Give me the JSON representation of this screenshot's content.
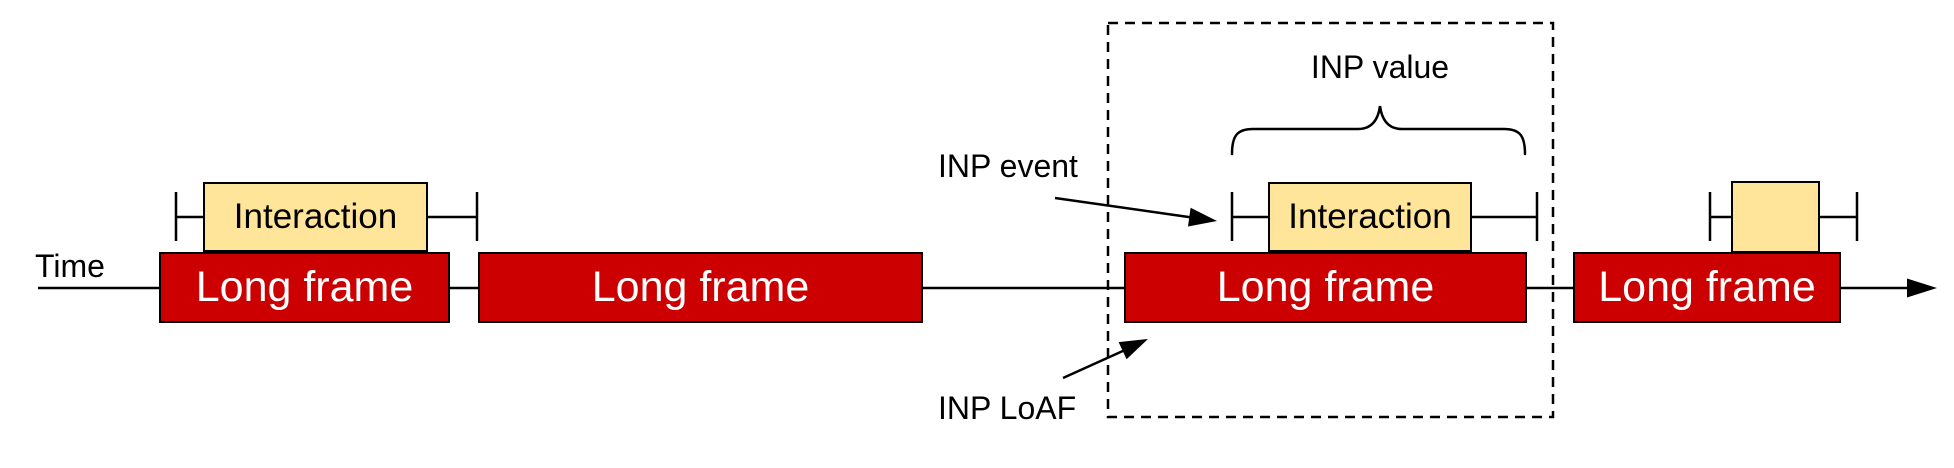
{
  "colors": {
    "background": "#ffffff",
    "long_frame_fill": "#cc0000",
    "long_frame_text": "#ffffff",
    "interaction_fill": "#ffe599",
    "outline": "#000000"
  },
  "timeline": {
    "label": "Time"
  },
  "long_frames": [
    {
      "label": "Long frame"
    },
    {
      "label": "Long frame"
    },
    {
      "label": "Long frame"
    },
    {
      "label": "Long frame"
    }
  ],
  "interactions": [
    {
      "label": "Interaction"
    },
    {
      "label": "Interaction"
    },
    {
      "label": ""
    }
  ],
  "annotations": {
    "inp_event": "INP event",
    "inp_value": "INP value",
    "inp_loaf": "INP LoAF"
  }
}
